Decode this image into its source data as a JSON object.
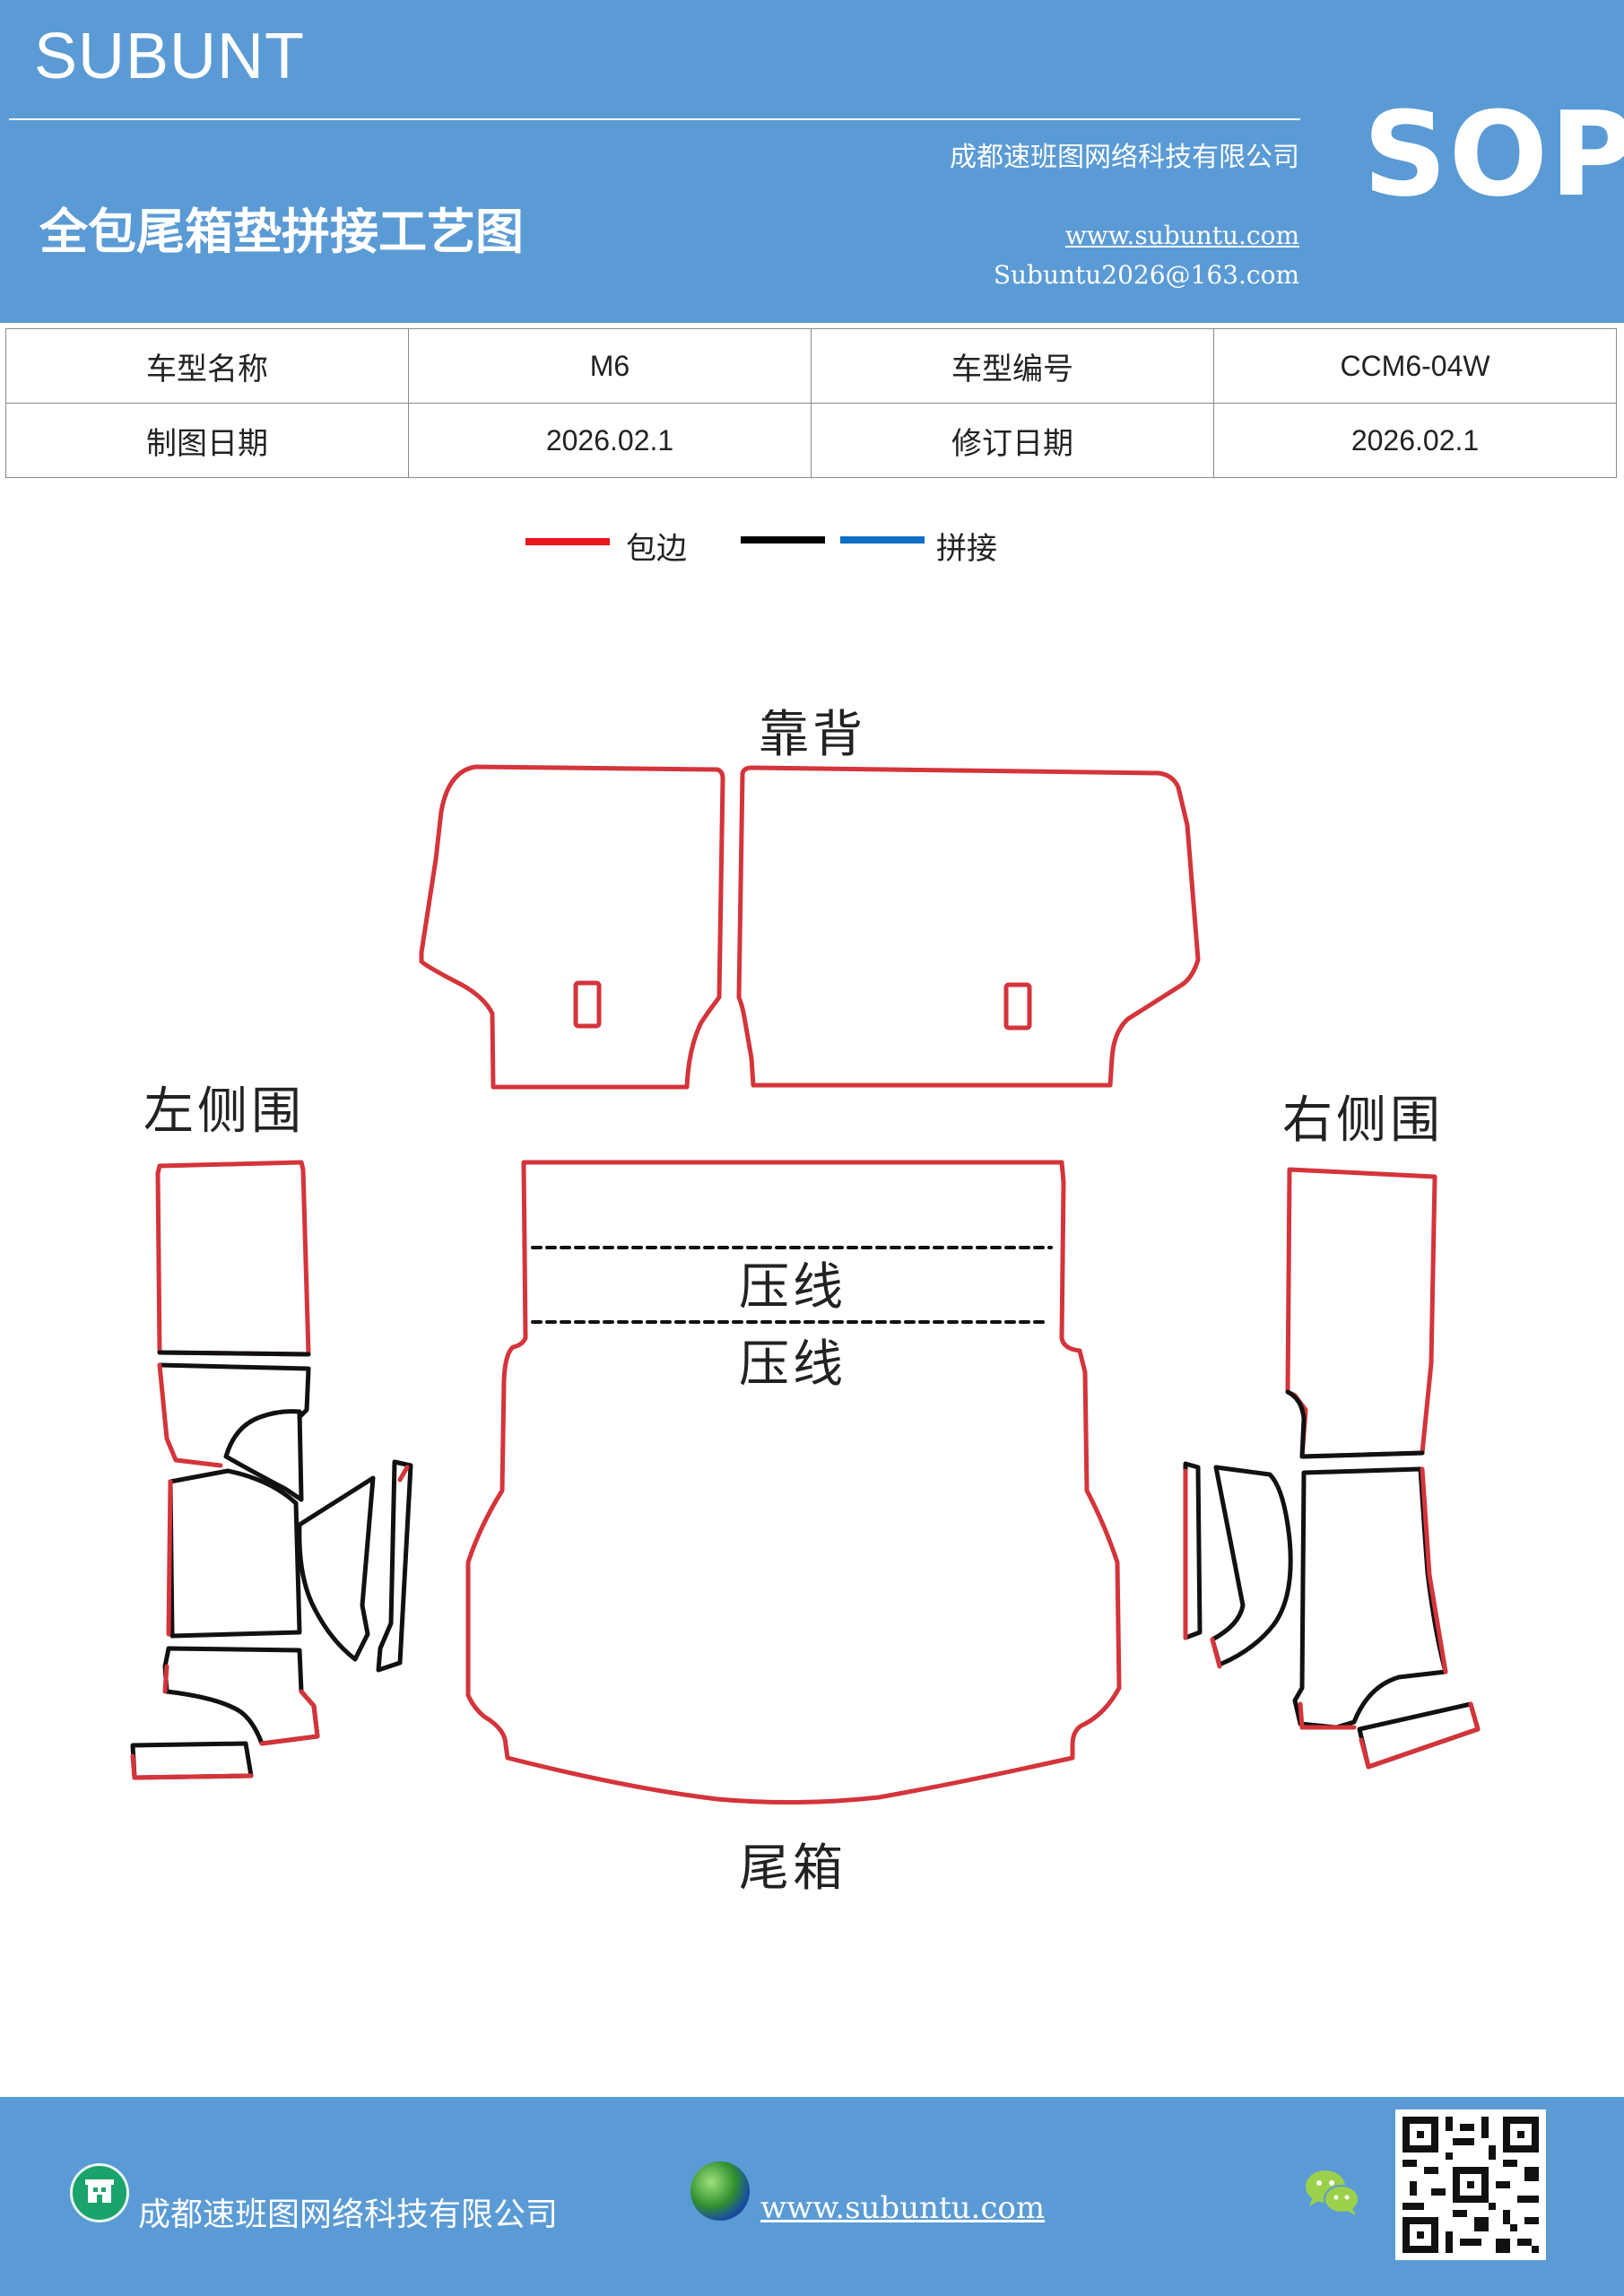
{
  "header": {
    "brand": "SUBUNT",
    "company": "成都速班图网络科技有限公司",
    "title": "全包尾箱垫拼接工艺图",
    "website": "www.subuntu.com",
    "email": "Subuntu2026@163.com",
    "badge": "SOP"
  },
  "info_table": [
    [
      "车型名称",
      "M6",
      "车型编号",
      "CCM6-04W"
    ],
    [
      "制图日期",
      "2026.02.1",
      "修订日期",
      "2026.02.1"
    ]
  ],
  "legend": {
    "edge_label": "包边",
    "splice_label": "拼接",
    "colors": {
      "edge": "#e8151b",
      "black": "#000000",
      "splice": "#0f6fc6"
    }
  },
  "diagram_labels": {
    "backrest": "靠背",
    "left_side": "左侧围",
    "right_side": "右侧围",
    "crease_1": "压线",
    "crease_2": "压线",
    "trunk": "尾箱"
  },
  "footer": {
    "company": "成都速班图网络科技有限公司",
    "website": "www.subuntu.com",
    "icons": [
      "building-icon",
      "globe-icon",
      "wechat-icon",
      "qr-code"
    ]
  }
}
